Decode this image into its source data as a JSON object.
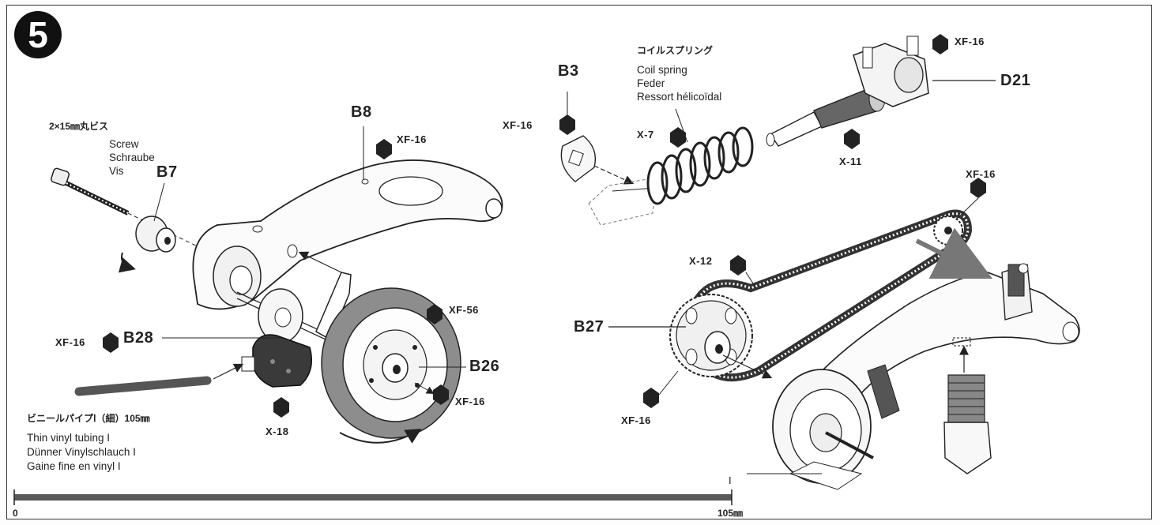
{
  "step_number": "5",
  "screw": {
    "spec_jp": "2×15㎜丸ビス",
    "en": "Screw",
    "de": "Schraube",
    "fr": "Vis"
  },
  "coil_spring": {
    "jp": "コイルスプリング",
    "en": "Coil spring",
    "de": "Feder",
    "fr": "Ressort hélicoïdal"
  },
  "vinyl_tube": {
    "jp": "ビニールパイプⅠ（細）105㎜",
    "en": "Thin vinyl tubing I",
    "de": "Dünner Vinylschlauch I",
    "fr": "Gaine fine en vinyl I"
  },
  "parts": {
    "b8": "B8",
    "b7": "B7",
    "b28": "B28",
    "b26": "B26",
    "b3": "B3",
    "d21": "D21",
    "b27": "B27"
  },
  "paints": {
    "xf16_b8": "XF-16",
    "xf16_b28": "XF-16",
    "xf56_b26": "XF-56",
    "xf16_b26": "XF-16",
    "x18": "X-18",
    "xf16_b3": "XF-16",
    "x7": "X-7",
    "xf16_d21": "XF-16",
    "x11": "X-11",
    "xf16_sprocket": "XF-16",
    "x12": "X-12",
    "xf16_b27": "XF-16"
  },
  "scale": {
    "start": "0",
    "end": "105㎜",
    "marker": "I"
  }
}
